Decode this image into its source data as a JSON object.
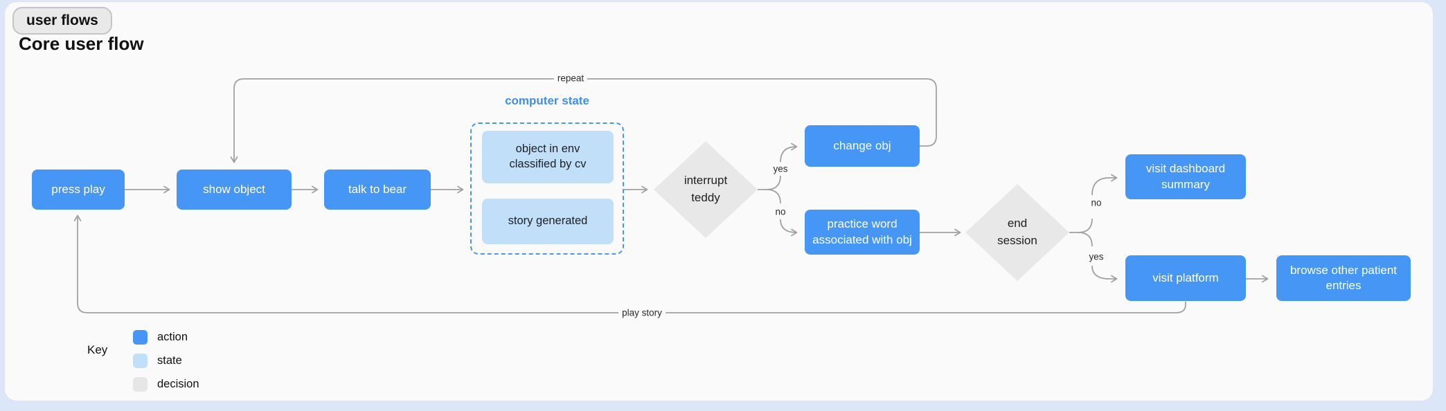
{
  "page": {
    "badge": "user flows",
    "title": "Core user flow"
  },
  "nodes": {
    "press_play": "press play",
    "show_object": "show object",
    "talk_to_bear": "talk to bear",
    "computer_state": "computer state",
    "object_in_env": "object in env classified by cv",
    "story_generated": "story generated",
    "interrupt_teddy": "interrupt teddy",
    "change_obj": "change obj",
    "practice_word": "practice word associated with obj",
    "end_session": "end session",
    "visit_dashboard": "visit dashboard summary",
    "visit_platform": "visit platform",
    "browse_entries": "browse other patient entries"
  },
  "edge_labels": {
    "repeat": "repeat",
    "play_story": "play story",
    "interrupt_yes": "yes",
    "interrupt_no": "no",
    "end_no": "no",
    "end_yes": "yes"
  },
  "key": {
    "title": "Key",
    "items": [
      {
        "label": "action",
        "color": "#4696f5"
      },
      {
        "label": "state",
        "color": "#c2dffa"
      },
      {
        "label": "decision",
        "color": "#e6e6e6"
      }
    ]
  },
  "colors": {
    "action_blue": "#4696f5",
    "state_light_blue": "#c2dffa",
    "decision_gray": "#e8e8e8",
    "connector_gray": "#a1a1a1",
    "group_accent_blue": "#3e8ef0",
    "canvas": "#fafafa",
    "page_background": "#dbe7f8"
  }
}
